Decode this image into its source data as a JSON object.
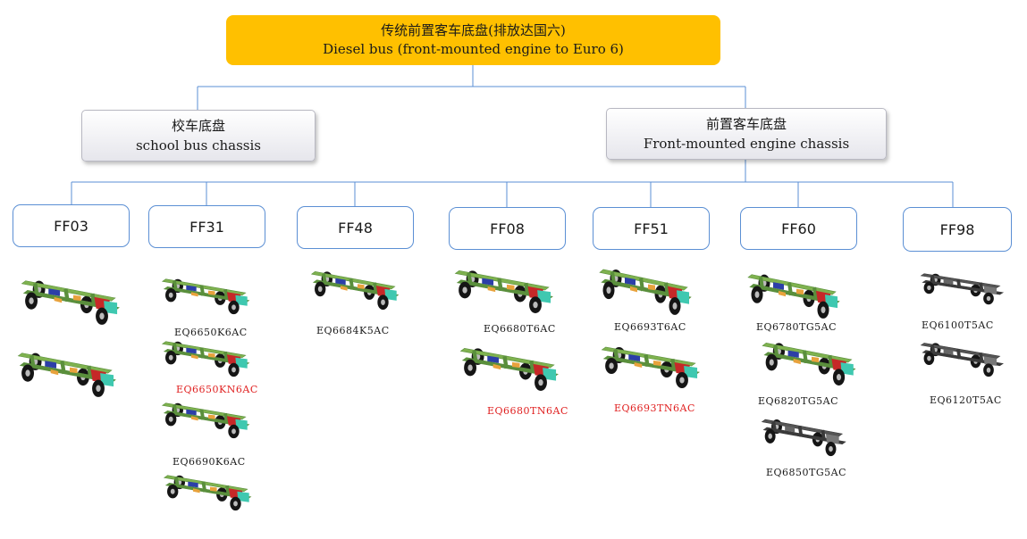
{
  "root": {
    "title_cn": "传统前置客车底盘(排放达国六)",
    "title_en": "Diesel bus (front-mounted engine to Euro 6)"
  },
  "categories": [
    {
      "name_cn": "校车底盘",
      "name_en": "school bus chassis"
    },
    {
      "name_cn": "前置客车底盘",
      "name_en": "Front-mounted engine chassis"
    }
  ],
  "families": [
    "FF03",
    "FF31",
    "FF48",
    "FF08",
    "FF51",
    "FF60",
    "FF98"
  ],
  "models": {
    "ff31": [
      "EQ6650K6AC",
      "EQ6650KN6AC",
      "EQ6690K6AC"
    ],
    "ff48": [
      "EQ6684K5AC"
    ],
    "ff08": [
      "EQ6680T6AC",
      "EQ6680TN6AC"
    ],
    "ff51": [
      "EQ6693T6AC",
      "EQ6693TN6AC"
    ],
    "ff60": [
      "EQ6780TG5AC",
      "EQ6820TG5AC",
      "EQ6850TG5AC"
    ],
    "ff98": [
      "EQ6100T5AC",
      "EQ6120T5AC"
    ]
  },
  "colors": {
    "root_fill": "#ffc000",
    "connector": "#5b8fd4",
    "family_border": "#5b8fd4",
    "highlight_model": "#e02020"
  },
  "icons": [
    "chassis-image-colored",
    "chassis-image-dark"
  ]
}
